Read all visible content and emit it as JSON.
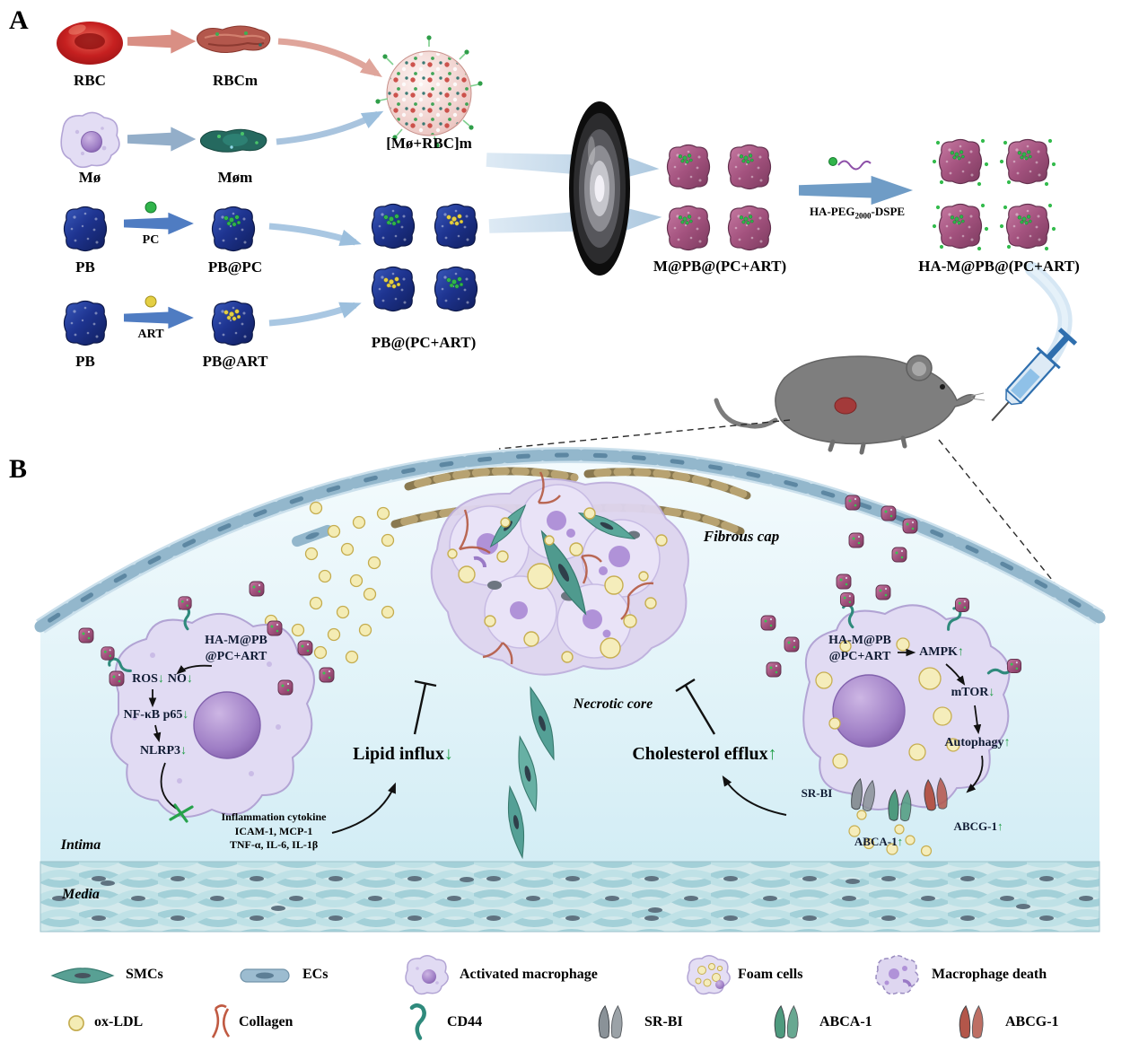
{
  "figure": {
    "panel_a_label": "A",
    "panel_b_label": "B"
  },
  "panel_a": {
    "rbc": "RBC",
    "rbcm": "RBCm",
    "mo": "Mø",
    "mom": "Møm",
    "hybrid_membrane": "[Mø+RBC]m",
    "pb_row3": "PB",
    "pc": "PC",
    "pb_pc": "PB@PC",
    "pb_row4": "PB",
    "art": "ART",
    "pb_art": "PB@ART",
    "pb_pc_art": "PB@(PC+ART)",
    "m_pb_pc_art": "M@PB@(PC+ART)",
    "ha_peg": {
      "prefix": "HA-PEG",
      "sub": "2000",
      "suffix": "-DSPE"
    },
    "ha_m_pb_pc_art": "HA-M@PB@(PC+ART)"
  },
  "panel_b": {
    "fibrous_cap": "Fibrous cap",
    "necrotic_core": "Necrotic core",
    "left_cell": {
      "treatment_line1": "HA-M@PB",
      "treatment_line2": "@PC+ART",
      "ros_label": "ROS",
      "ros_arrow": "↓",
      "no_label": "NO",
      "no_arrow": "↓",
      "nfkb_label": "NF-κB p65",
      "nfkb_arrow": "↓",
      "nlrp3_label": "NLRP3",
      "nlrp3_arrow": "↓",
      "cytokine_line1": "Inflammation cytokine",
      "cytokine_line2": "ICAM-1, MCP-1",
      "cytokine_line3": "TNF-α, IL-6, IL-1β"
    },
    "lipid_influx_label": "Lipid influx",
    "lipid_influx_arrow": "↓",
    "cholesterol_efflux_label": "Cholesterol efflux",
    "cholesterol_efflux_arrow": "↑",
    "right_cell": {
      "treatment_line1": "HA-M@PB",
      "treatment_line2": "@PC+ART",
      "ampk_label": "AMPK",
      "ampk_arrow": "↑",
      "mtor_label": "mTOR",
      "mtor_arrow": "↓",
      "autophagy_label": "Autophagy",
      "autophagy_arrow": "↑",
      "srbi_label": "SR-BI",
      "abca1_label": "ABCA-1",
      "abca1_arrow": "↑",
      "abcg1_label": "ABCG-1",
      "abcg1_arrow": "↑"
    },
    "intima": "Intima",
    "media": "Media"
  },
  "legend": {
    "smcs": "SMCs",
    "ecs": "ECs",
    "activated_macrophage": "Activated macrophage",
    "foam_cells": "Foam cells",
    "macrophage_death": "Macrophage death",
    "ox_ldl": "ox-LDL",
    "collagen": "Collagen",
    "cd44": "CD44",
    "sr_bi": "SR-BI",
    "abca_1": "ABCA-1",
    "abcg_1": "ABCG-1"
  },
  "colors": {
    "pb_cube_blue": "#1e3490",
    "membrane_cube_purple": "#a3527e",
    "pc_green": "#31b44b",
    "art_yellow": "#e4cf44",
    "pathway_arrow_green": "#1f9e46",
    "macrophage_lavender": "#e1dbf3",
    "nucleus_purple": "#9d7cc4",
    "vessel_blue": "#d3edf5",
    "smc_teal": "#54a096",
    "ox_ldl_yellow": "#f5edbb",
    "collagen_red": "#c05a42"
  }
}
